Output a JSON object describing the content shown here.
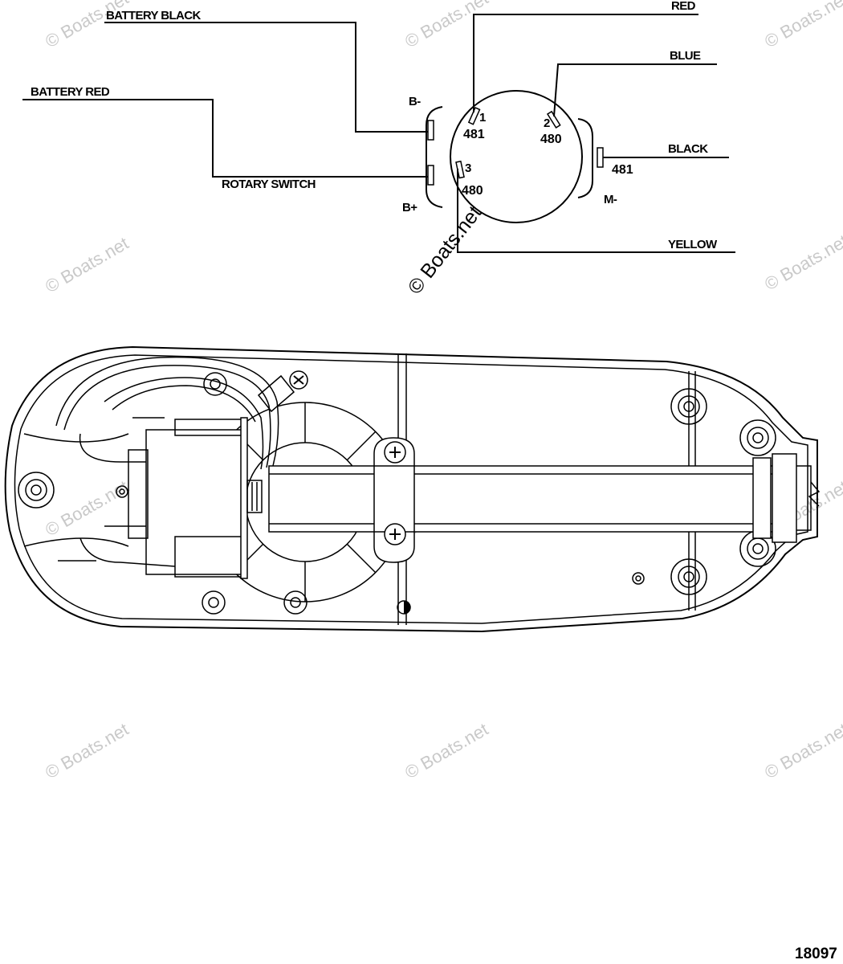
{
  "wire_labels": {
    "battery_black": "BATTERY BLACK",
    "battery_red": "BATTERY RED",
    "rotary_switch": "ROTARY SWITCH",
    "red": "RED",
    "blue": "BLUE",
    "black": "BLACK",
    "yellow": "YELLOW"
  },
  "terminal_labels": {
    "b_minus": "B-",
    "b_plus": "B+",
    "m_minus": "M-"
  },
  "pins": [
    {
      "number": "1",
      "code": "481"
    },
    {
      "number": "2",
      "code": "480"
    },
    {
      "number": "3",
      "code": "480"
    }
  ],
  "side_terminal_code": "481",
  "watermark": "© Boats.net",
  "figure_number": "18097",
  "colors": {
    "line": "#000000",
    "watermark": "#c9c9c9",
    "background": "#ffffff"
  }
}
